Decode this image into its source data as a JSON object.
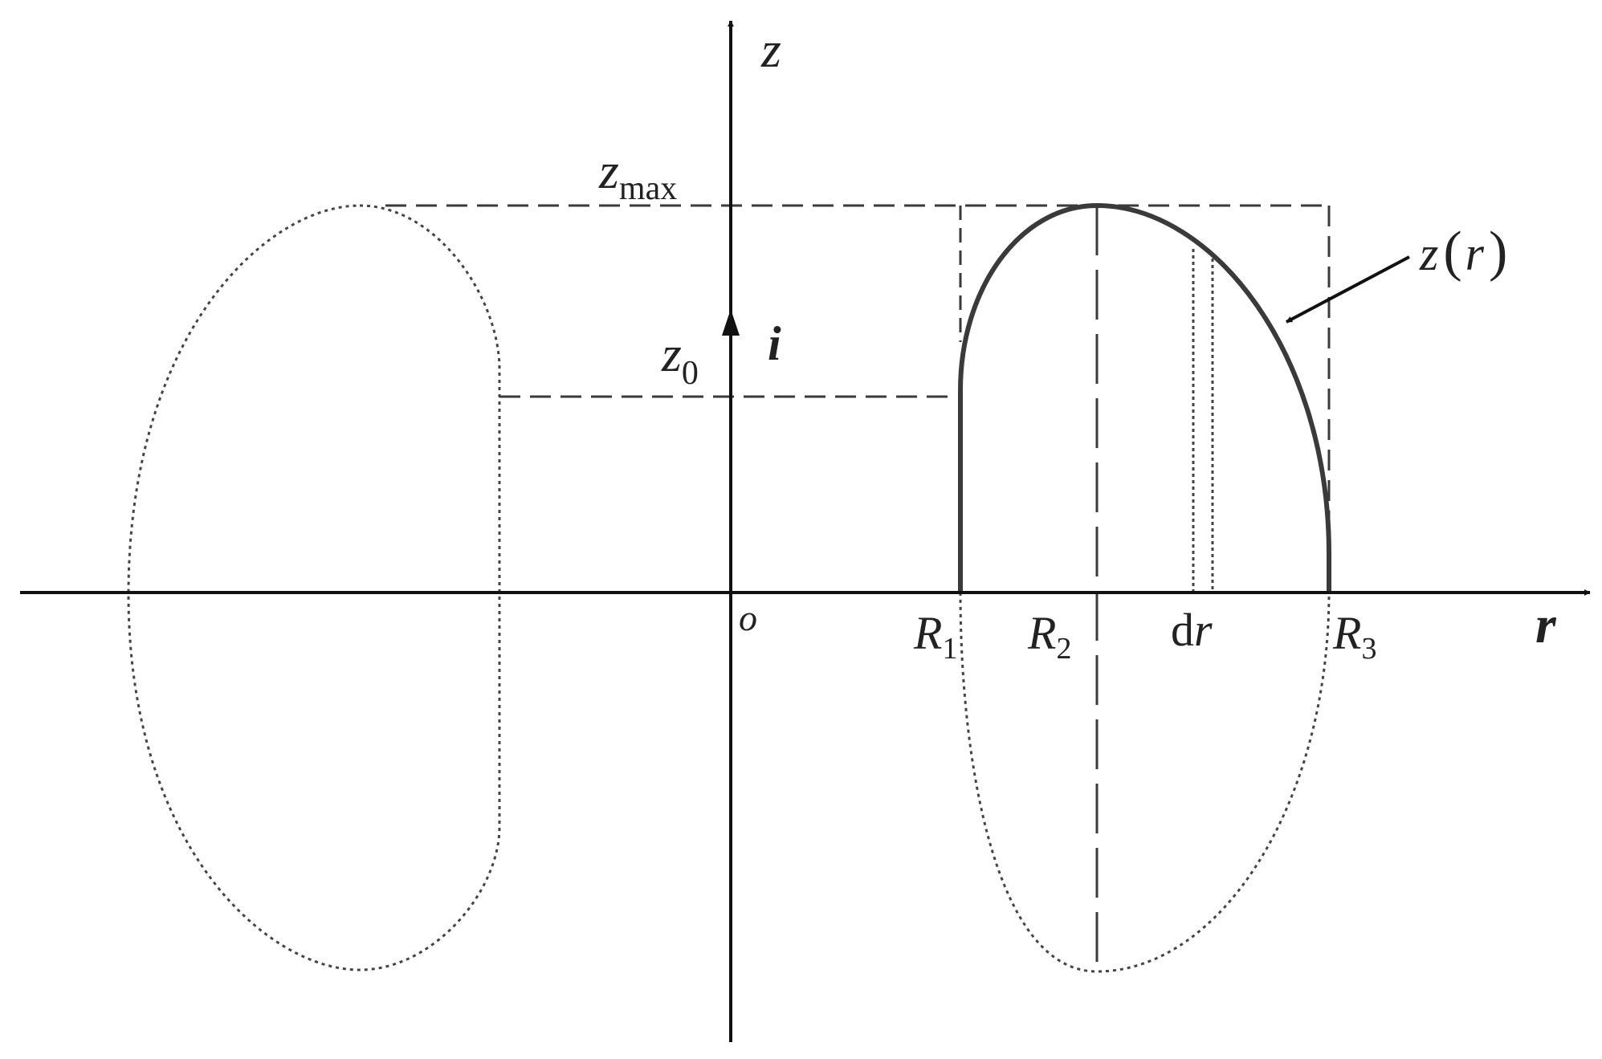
{
  "diagram": {
    "colors": {
      "axis": "#111111",
      "curve": "#3a3a3a",
      "dashed": "#3a3a3a",
      "dotted": "#444444",
      "background": "#ffffff"
    },
    "axes": {
      "horizontal": {
        "symbol": "r",
        "style": "bold-italic"
      },
      "vertical": {
        "symbol": "z",
        "style": "italic"
      },
      "origin": "o"
    },
    "current": {
      "symbol": "i"
    },
    "vertical_labels": {
      "zmax": {
        "base": "z",
        "sub": "max"
      },
      "z0": {
        "base": "z",
        "sub": "0"
      }
    },
    "radial_labels": {
      "R1": {
        "base": "R",
        "sub": "1"
      },
      "R2": {
        "base": "R",
        "sub": "2"
      },
      "R3": {
        "base": "R",
        "sub": "3"
      },
      "dr": {
        "prefix": "d",
        "var": "r"
      }
    },
    "curve_label": {
      "func": "z",
      "open": "(",
      "arg": "r",
      "close": ")"
    }
  }
}
